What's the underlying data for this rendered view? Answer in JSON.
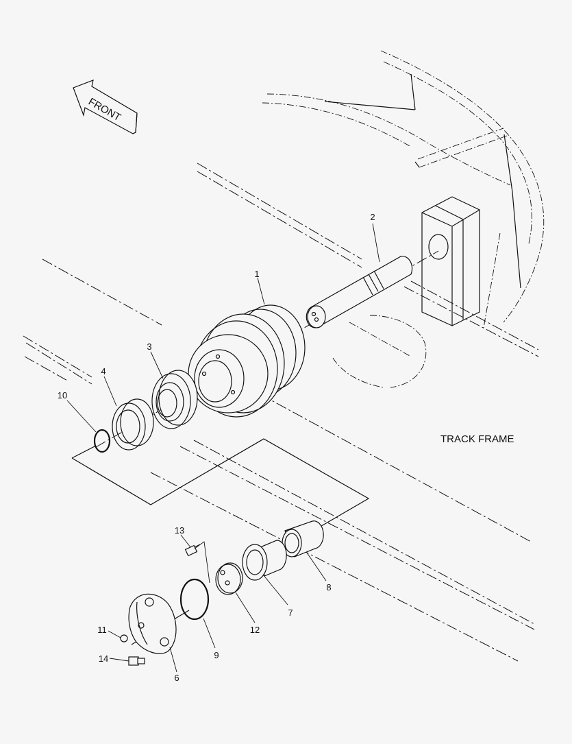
{
  "front_arrow": {
    "label": "FRONT"
  },
  "frame_label": "TRACK FRAME",
  "callouts": {
    "p1": "1",
    "p2": "2",
    "p3": "3",
    "p4": "4",
    "p6": "6",
    "p7": "7",
    "p8": "8",
    "p9": "9",
    "p10": "10",
    "p11": "11",
    "p12": "12",
    "p13": "13",
    "p14": "14"
  }
}
